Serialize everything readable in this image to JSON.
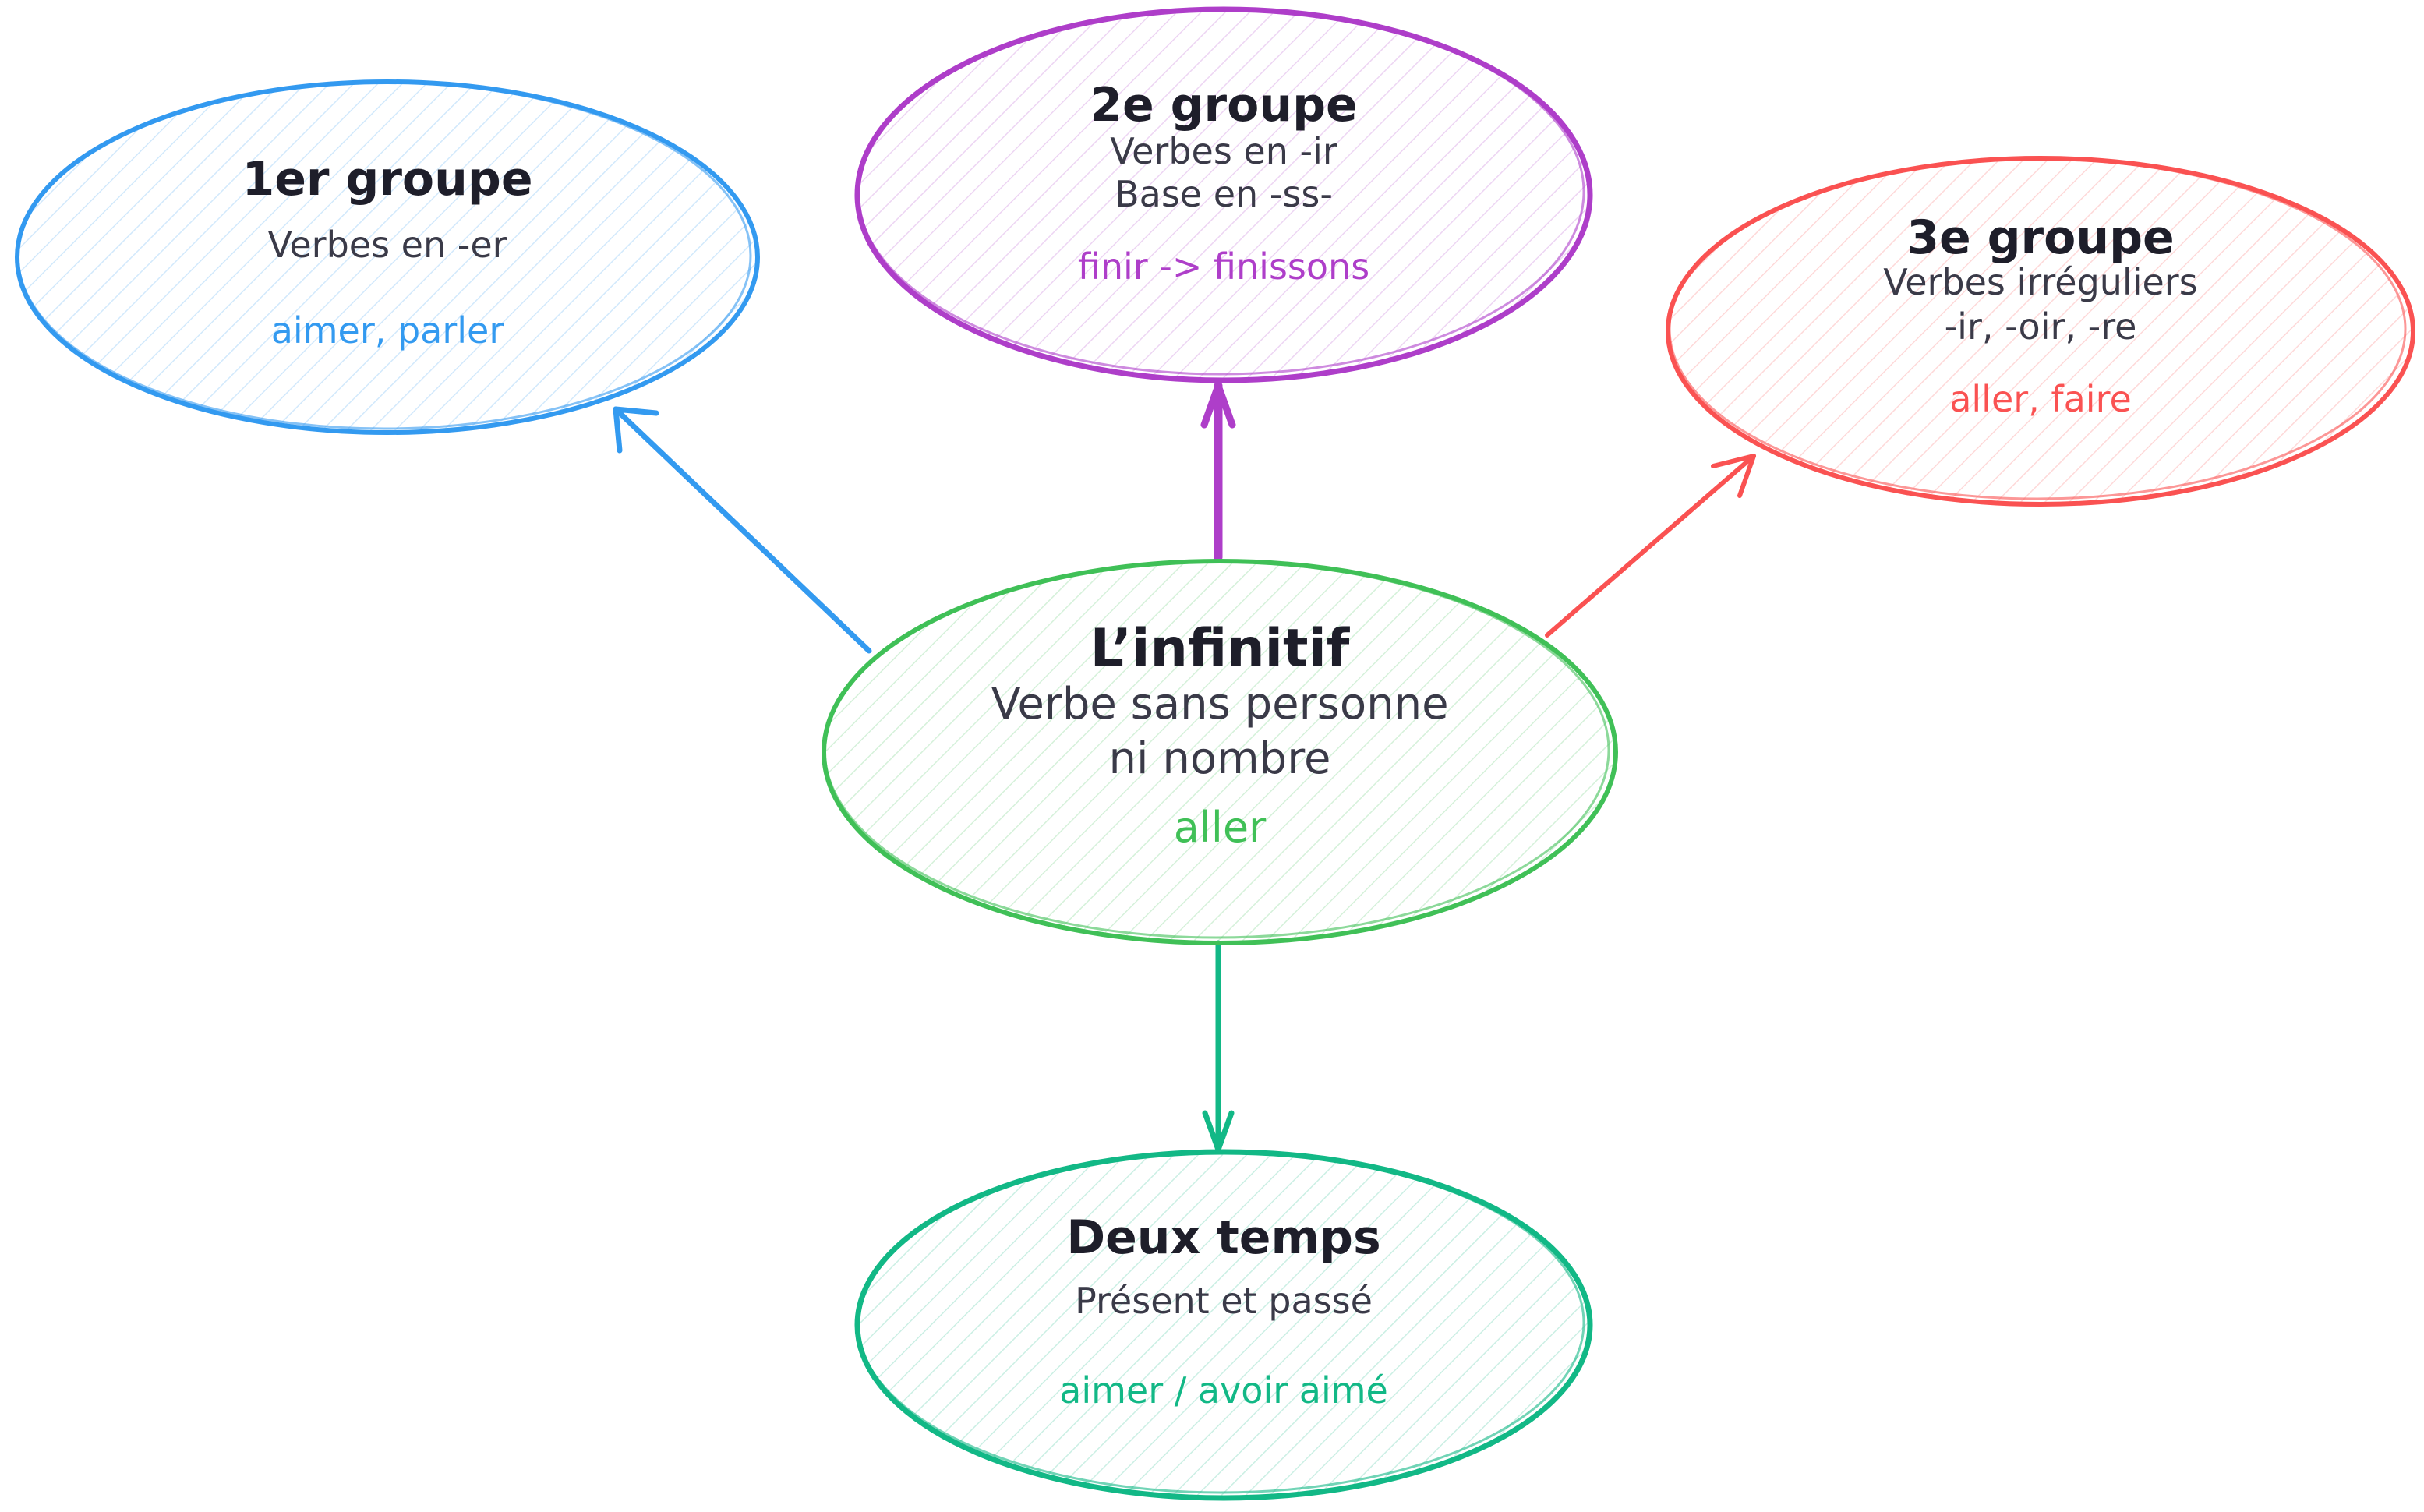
{
  "nodes": {
    "center": {
      "title": "L’infinitif",
      "lines": [
        "Verbe sans personne",
        "ni nombre"
      ],
      "example": "aller",
      "color": "#40c057"
    },
    "group1": {
      "title": "1er groupe",
      "lines": [
        "Verbes en -er"
      ],
      "example": "aimer, parler",
      "color": "#339af0"
    },
    "group2": {
      "title": "2e groupe",
      "lines": [
        "Verbes en -ir",
        "Base en -ss-"
      ],
      "example": "finir -> finissons",
      "color": "#ae3ec9"
    },
    "group3": {
      "title": "3e groupe",
      "lines": [
        "Verbes irréguliers",
        "-ir, -oir, -re"
      ],
      "example": "aller, faire",
      "color": "#fa5252"
    },
    "tenses": {
      "title": "Deux temps",
      "lines": [
        "Présent et passé"
      ],
      "example": "aimer / avoir aimé",
      "color": "#12b886"
    }
  }
}
